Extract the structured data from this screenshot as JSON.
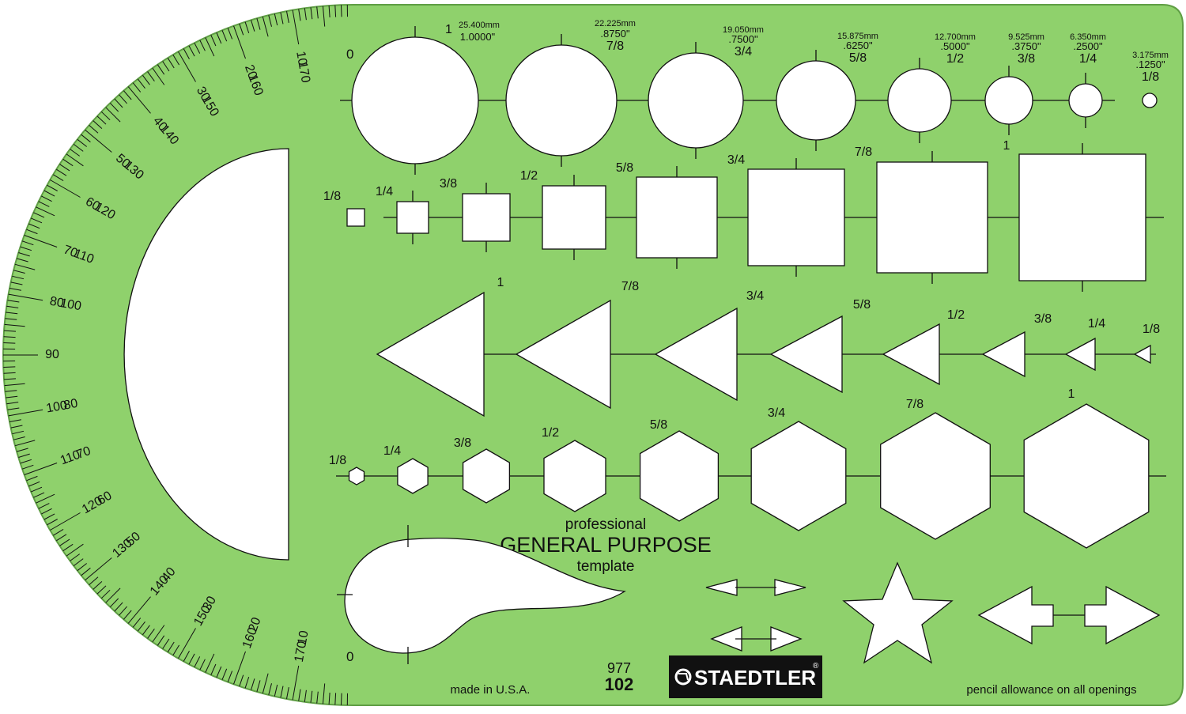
{
  "colors": {
    "plastic": "#8fd16c",
    "plastic_edge": "#5f9e44",
    "ink": "#111111",
    "opening": "#ffffff",
    "logo_bg": "#111111",
    "logo_text": "#ffffff"
  },
  "brand": {
    "logo_text": "STAEDTLER",
    "registered_mark": "®",
    "logo_icon": "staedtler-head-icon"
  },
  "title": {
    "professional": "professional",
    "main": "GENERAL PURPOSE",
    "template": "template"
  },
  "model": {
    "line1": "977",
    "line2": "102"
  },
  "footer": {
    "made_in": "made in U.S.A.",
    "pencil_note": "pencil allowance on all openings"
  },
  "protractor": {
    "outer_labels": [
      "10",
      "20",
      "30",
      "40",
      "50",
      "60",
      "70",
      "80",
      "90",
      "100",
      "110",
      "120",
      "130",
      "140",
      "150",
      "160",
      "170"
    ],
    "inner_labels": [
      "170",
      "160",
      "150",
      "140",
      "130",
      "120",
      "110",
      "100",
      "80",
      "70",
      "60",
      "50",
      "40",
      "30",
      "20",
      "10"
    ],
    "zero_top": "0",
    "zero_bottom": "0"
  },
  "circles": [
    {
      "mm": "25.400mm",
      "inch": "1.0000\"",
      "frac": "1"
    },
    {
      "mm": "22.225mm",
      "inch": ".8750\"",
      "frac": "7/8"
    },
    {
      "mm": "19.050mm",
      "inch": ".7500\"",
      "frac": "3/4"
    },
    {
      "mm": "15.875mm",
      "inch": ".6250\"",
      "frac": "5/8"
    },
    {
      "mm": "12.700mm",
      "inch": ".5000\"",
      "frac": "1/2"
    },
    {
      "mm": "9.525mm",
      "inch": ".3750\"",
      "frac": "3/8"
    },
    {
      "mm": "6.350mm",
      "inch": ".2500\"",
      "frac": "1/4"
    },
    {
      "mm": "3.175mm",
      "inch": ".1250\"",
      "frac": "1/8"
    }
  ],
  "squares": [
    "1/8",
    "1/4",
    "3/8",
    "1/2",
    "5/8",
    "3/4",
    "7/8",
    "1"
  ],
  "triangles": [
    "1",
    "7/8",
    "3/4",
    "5/8",
    "1/2",
    "3/8",
    "1/4",
    "1/8"
  ],
  "hexagons": [
    "1/8",
    "1/4",
    "3/8",
    "1/2",
    "5/8",
    "3/4",
    "7/8",
    "1"
  ],
  "shapes": {
    "teardrop": "teardrop-icon",
    "small_arrows": "double-arrow-icon",
    "star": "star-icon",
    "big_arrows": "block-arrow-icon"
  }
}
